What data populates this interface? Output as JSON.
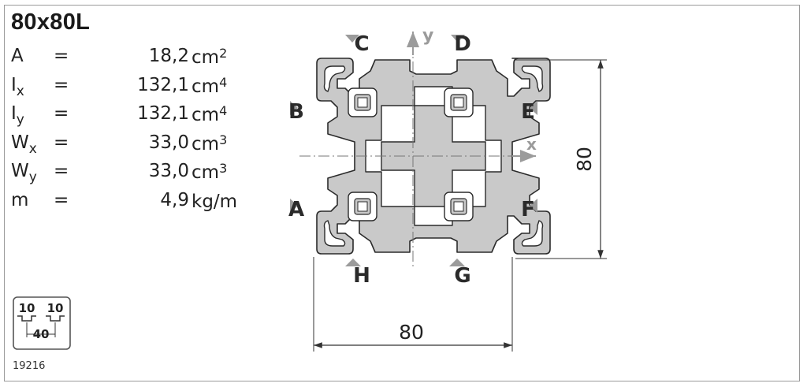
{
  "title": "80x80L",
  "properties": [
    {
      "symbol": "A",
      "sub": "",
      "value": "18,2",
      "unit": "cm",
      "exp": "2"
    },
    {
      "symbol": "I",
      "sub": "x",
      "value": "132,1",
      "unit": "cm",
      "exp": "4"
    },
    {
      "symbol": "I",
      "sub": "y",
      "value": "132,1",
      "unit": "cm",
      "exp": "4"
    },
    {
      "symbol": "W",
      "sub": "x",
      "value": "33,0",
      "unit": "cm",
      "exp": "3"
    },
    {
      "symbol": "W",
      "sub": "y",
      "value": "33,0",
      "unit": "cm",
      "exp": "3"
    },
    {
      "symbol": "m",
      "sub": "",
      "value": "4,9",
      "unit": "kg/m",
      "exp": ""
    }
  ],
  "equals": "=",
  "slot_icon": {
    "left": "10",
    "right": "10",
    "bottom": "40"
  },
  "part_number": "19216",
  "drawing": {
    "axis_x": "x",
    "axis_y": "y",
    "dim_width": "80",
    "dim_height": "80",
    "slots": {
      "A": "A",
      "B": "B",
      "C": "C",
      "D": "D",
      "E": "E",
      "F": "F",
      "G": "G",
      "H": "H"
    }
  },
  "colors": {
    "profile_fill": "#c9c9c9",
    "profile_stroke": "#2b2b2b",
    "arrow": "#9b9b9b",
    "text": "#222222"
  }
}
